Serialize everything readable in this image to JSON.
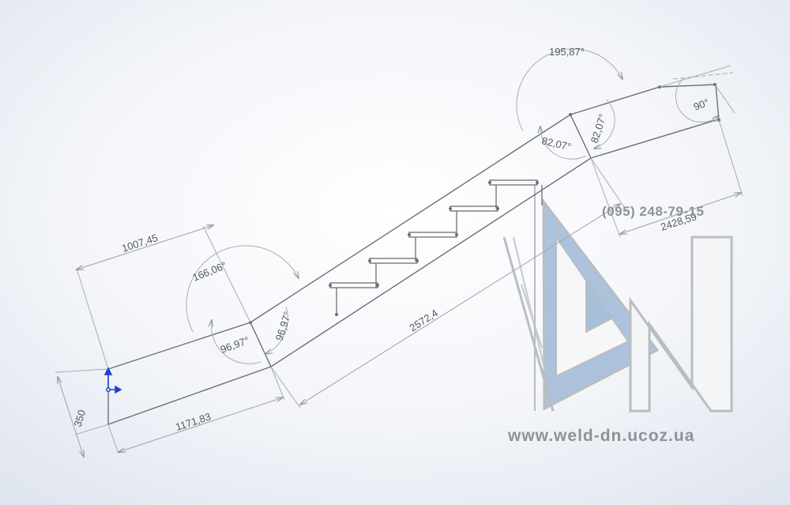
{
  "dimensions": {
    "length_top_left": "1007,45",
    "length_bottom_left": "1171,83",
    "height": "350",
    "length_diagonal": "2572,4",
    "length_right": "2428,59",
    "angle_lower_outer": "166,06°",
    "angle_lower_inner_a": "96,97°",
    "angle_lower_inner_b": "96,97°",
    "angle_upper_outer": "195,87°",
    "angle_upper_inner_a": "82,07°",
    "angle_upper_inner_b": "82,07°",
    "angle_end": "90°"
  },
  "watermark": {
    "phone": "(095) 248-79-15",
    "website": "www.weld-dn.ucoz.ua"
  },
  "colors": {
    "background_light": "#ffffff",
    "background_shade": "#dfe5ee",
    "line": "#6b6f74",
    "dim_line": "#a8acb2",
    "logo_fill": "#9fb8d6",
    "logo_stroke": "#b9bdc2",
    "axis_blue": "#1f3fd0"
  }
}
